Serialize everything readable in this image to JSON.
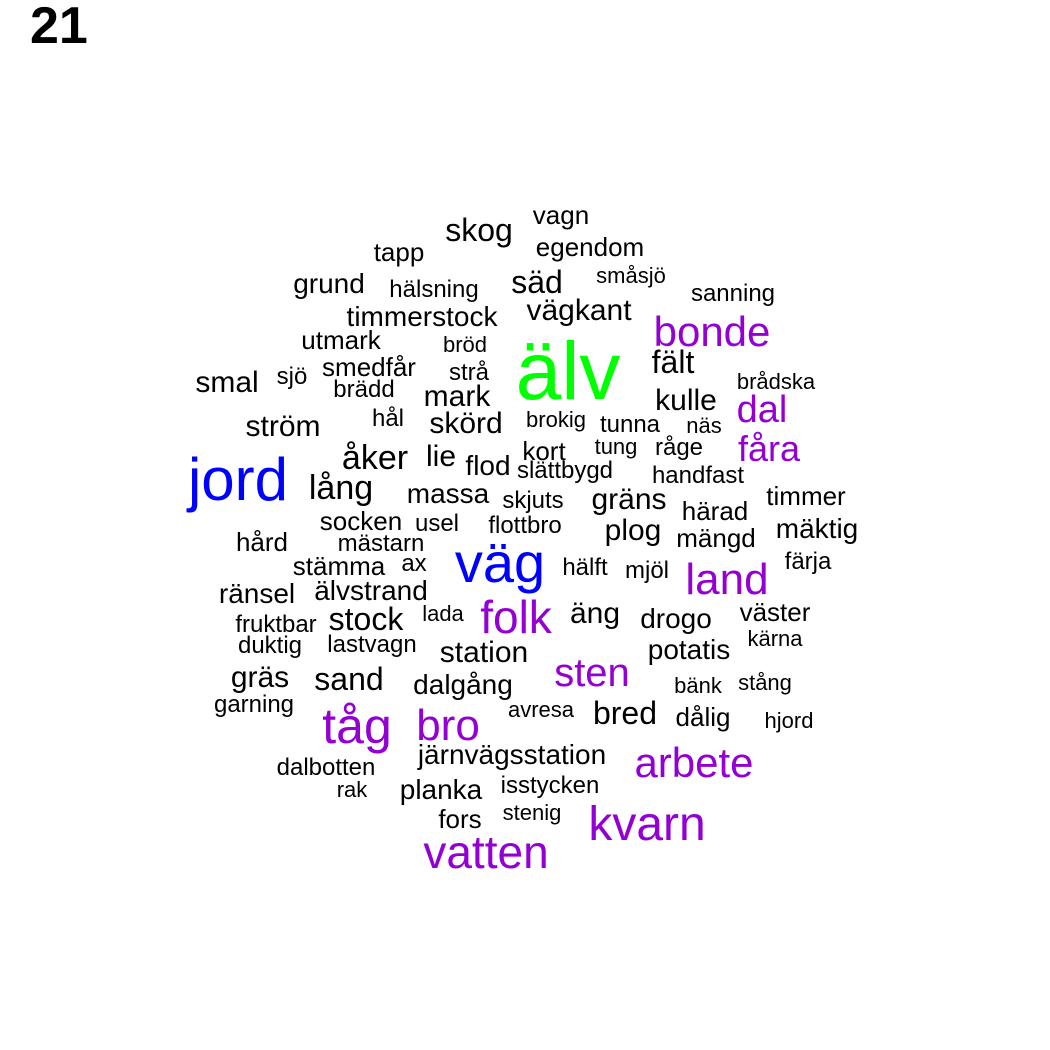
{
  "page_number": "21",
  "colors": {
    "black": "#000000",
    "purple": "#9400d3",
    "blue": "#0000ff",
    "green": "#00ff00"
  },
  "words": [
    {
      "text": "älv",
      "color": "green"
    },
    {
      "text": "jord",
      "color": "blue"
    },
    {
      "text": "väg",
      "color": "blue"
    },
    {
      "text": "bonde",
      "color": "purple"
    },
    {
      "text": "dal",
      "color": "purple"
    },
    {
      "text": "fåra",
      "color": "purple"
    },
    {
      "text": "land",
      "color": "purple"
    },
    {
      "text": "folk",
      "color": "purple"
    },
    {
      "text": "sten",
      "color": "purple"
    },
    {
      "text": "tåg",
      "color": "purple"
    },
    {
      "text": "bro",
      "color": "purple"
    },
    {
      "text": "arbete",
      "color": "purple"
    },
    {
      "text": "kvarn",
      "color": "purple"
    },
    {
      "text": "vatten",
      "color": "purple"
    },
    {
      "text": "vagn",
      "color": "black"
    },
    {
      "text": "skog",
      "color": "black"
    },
    {
      "text": "egendom",
      "color": "black"
    },
    {
      "text": "tapp",
      "color": "black"
    },
    {
      "text": "småsjö",
      "color": "black"
    },
    {
      "text": "säd",
      "color": "black"
    },
    {
      "text": "grund",
      "color": "black"
    },
    {
      "text": "hälsning",
      "color": "black"
    },
    {
      "text": "sanning",
      "color": "black"
    },
    {
      "text": "vägkant",
      "color": "black"
    },
    {
      "text": "timmerstock",
      "color": "black"
    },
    {
      "text": "utmark",
      "color": "black"
    },
    {
      "text": "bröd",
      "color": "black"
    },
    {
      "text": "fält",
      "color": "black"
    },
    {
      "text": "smedfår",
      "color": "black"
    },
    {
      "text": "sjö",
      "color": "black"
    },
    {
      "text": "strå",
      "color": "black"
    },
    {
      "text": "smal",
      "color": "black"
    },
    {
      "text": "brädd",
      "color": "black"
    },
    {
      "text": "mark",
      "color": "black"
    },
    {
      "text": "brådska",
      "color": "black"
    },
    {
      "text": "kulle",
      "color": "black"
    },
    {
      "text": "ström",
      "color": "black"
    },
    {
      "text": "hål",
      "color": "black"
    },
    {
      "text": "skörd",
      "color": "black"
    },
    {
      "text": "brokig",
      "color": "black"
    },
    {
      "text": "tunna",
      "color": "black"
    },
    {
      "text": "näs",
      "color": "black"
    },
    {
      "text": "kort",
      "color": "black"
    },
    {
      "text": "tung",
      "color": "black"
    },
    {
      "text": "råge",
      "color": "black"
    },
    {
      "text": "åker",
      "color": "black"
    },
    {
      "text": "lie",
      "color": "black"
    },
    {
      "text": "flod",
      "color": "black"
    },
    {
      "text": "slättbygd",
      "color": "black"
    },
    {
      "text": "handfast",
      "color": "black"
    },
    {
      "text": "lång",
      "color": "black"
    },
    {
      "text": "massa",
      "color": "black"
    },
    {
      "text": "skjuts",
      "color": "black"
    },
    {
      "text": "gräns",
      "color": "black"
    },
    {
      "text": "timmer",
      "color": "black"
    },
    {
      "text": "härad",
      "color": "black"
    },
    {
      "text": "socken",
      "color": "black"
    },
    {
      "text": "usel",
      "color": "black"
    },
    {
      "text": "flottbro",
      "color": "black"
    },
    {
      "text": "plog",
      "color": "black"
    },
    {
      "text": "mäktig",
      "color": "black"
    },
    {
      "text": "hård",
      "color": "black"
    },
    {
      "text": "mästarn",
      "color": "black"
    },
    {
      "text": "mängd",
      "color": "black"
    },
    {
      "text": "stämma",
      "color": "black"
    },
    {
      "text": "ax",
      "color": "black"
    },
    {
      "text": "hälft",
      "color": "black"
    },
    {
      "text": "mjöl",
      "color": "black"
    },
    {
      "text": "färja",
      "color": "black"
    },
    {
      "text": "ränsel",
      "color": "black"
    },
    {
      "text": "älvstrand",
      "color": "black"
    },
    {
      "text": "stock",
      "color": "black"
    },
    {
      "text": "lada",
      "color": "black"
    },
    {
      "text": "äng",
      "color": "black"
    },
    {
      "text": "drogo",
      "color": "black"
    },
    {
      "text": "väster",
      "color": "black"
    },
    {
      "text": "fruktbar",
      "color": "black"
    },
    {
      "text": "duktig",
      "color": "black"
    },
    {
      "text": "lastvagn",
      "color": "black"
    },
    {
      "text": "station",
      "color": "black"
    },
    {
      "text": "potatis",
      "color": "black"
    },
    {
      "text": "kärna",
      "color": "black"
    },
    {
      "text": "gräs",
      "color": "black"
    },
    {
      "text": "sand",
      "color": "black"
    },
    {
      "text": "dalgång",
      "color": "black"
    },
    {
      "text": "bänk",
      "color": "black"
    },
    {
      "text": "stång",
      "color": "black"
    },
    {
      "text": "garning",
      "color": "black"
    },
    {
      "text": "avresa",
      "color": "black"
    },
    {
      "text": "bred",
      "color": "black"
    },
    {
      "text": "dålig",
      "color": "black"
    },
    {
      "text": "hjord",
      "color": "black"
    },
    {
      "text": "järnvägsstation",
      "color": "black"
    },
    {
      "text": "dalbotten",
      "color": "black"
    },
    {
      "text": "rak",
      "color": "black"
    },
    {
      "text": "planka",
      "color": "black"
    },
    {
      "text": "isstycken",
      "color": "black"
    },
    {
      "text": "stenig",
      "color": "black"
    },
    {
      "text": "fors",
      "color": "black"
    }
  ]
}
